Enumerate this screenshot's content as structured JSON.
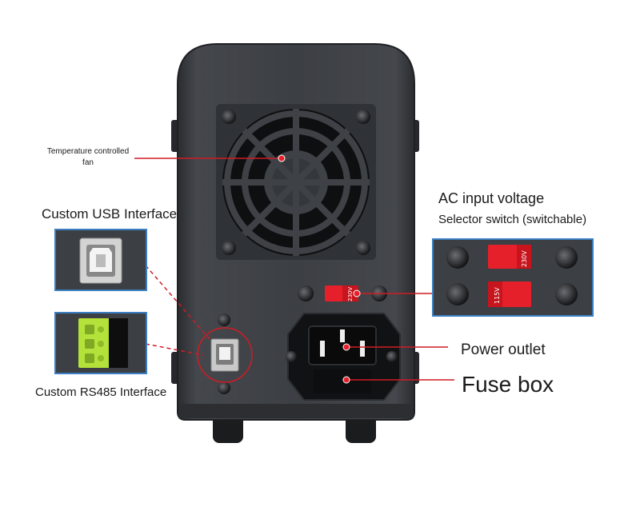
{
  "labels": {
    "fan_line1": "Temperature controlled",
    "fan_line2": "fan",
    "usb": "Custom USB Interface",
    "rs485": "Custom RS485 Interface",
    "ac_title": "AC input voltage",
    "ac_subtitle": "Selector switch (switchable)",
    "power_outlet": "Power outlet",
    "fuse_box": "Fuse box"
  },
  "switch_labels": {
    "top": "230V",
    "bottom": "115V",
    "device": "230V"
  },
  "colors": {
    "device_body": "#3a3d42",
    "accent_red": "#e5202a",
    "inset_border": "#3b7fc2",
    "rs485_terminal": "#b5e23a"
  },
  "icons": {
    "fan": "fan-grille-icon",
    "usb": "usb-b-port-icon",
    "rs485": "terminal-block-icon",
    "power": "iec-c14-inlet-icon"
  }
}
